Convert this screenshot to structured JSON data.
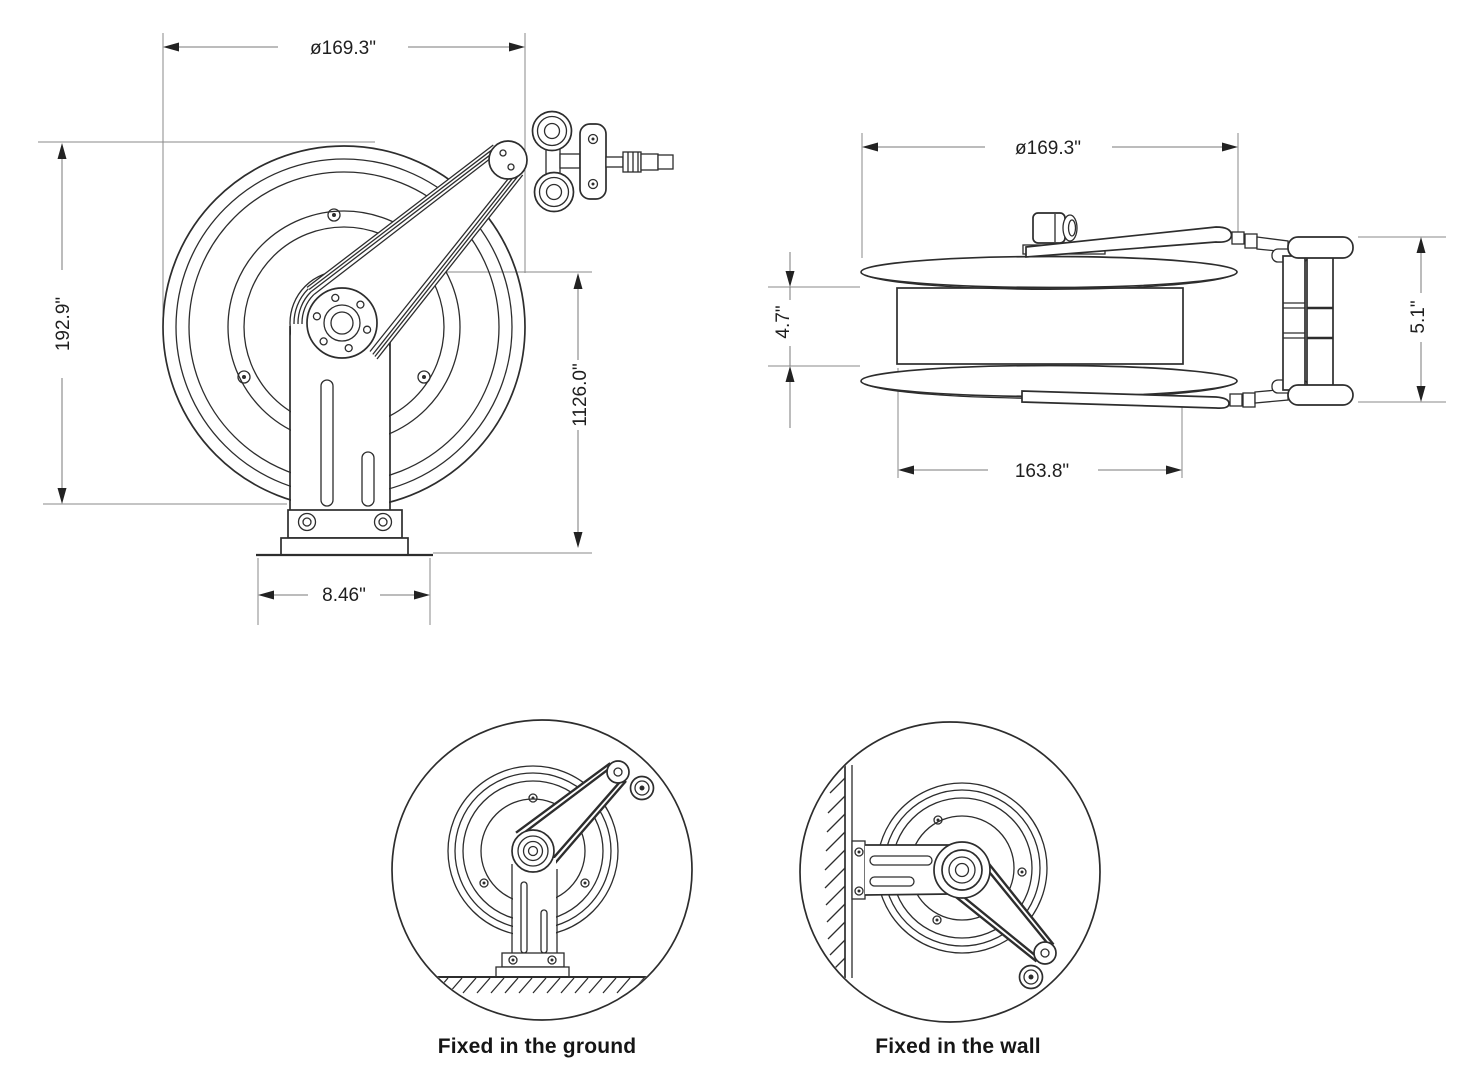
{
  "page": {
    "background": "#ffffff",
    "line_color": "#2d2d2d",
    "dimension_line_color": "#7a7a7a",
    "text_color": "#1f1f1f"
  },
  "front_view": {
    "dim_diameter": "ø169.3\"",
    "dim_overall_height": "192.9\"",
    "dim_center_height": "1126.0\"",
    "dim_base_width": "8.46\""
  },
  "side_view": {
    "dim_diameter": "ø169.3\"",
    "dim_flange_gap": "4.7\"",
    "dim_outlet_height": "5.1\"",
    "dim_drum_length": "163.8\""
  },
  "mounting_details": {
    "ground": {
      "caption": "Fixed in the ground"
    },
    "wall": {
      "caption": "Fixed in the wall"
    }
  }
}
